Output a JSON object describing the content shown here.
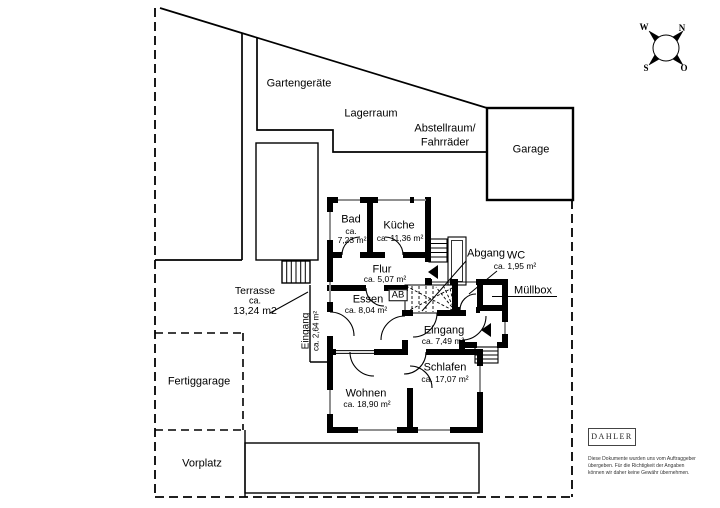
{
  "plan": {
    "outbuildings": {
      "gartengeraete": "Gartengeräte",
      "lagerraum": "Lagerraum",
      "abstellraum_line1": "Abstellraum/",
      "abstellraum_line2": "Fahrräder",
      "garage": "Garage",
      "fertiggarage": "Fertiggarage",
      "vorplatz": "Vorplatz",
      "muellbox": "Müllbox"
    },
    "rooms": {
      "bad_name": "Bad",
      "bad_ca": "ca.",
      "bad_area": "7,23 m²",
      "kueche_name": "Küche",
      "kueche_area": "ca. 11,36 m²",
      "flur_name": "Flur",
      "flur_area": "ca. 5,07 m²",
      "essen_name": "Essen",
      "essen_area": "ca. 8,04 m²",
      "wohnen_name": "Wohnen",
      "wohnen_area": "ca. 18,90 m²",
      "schlafen_name": "Schlafen",
      "schlafen_area": "ca. 17,07 m²",
      "eingang_ost_name": "Eingang",
      "eingang_ost_area": "ca. 7,49 m²",
      "eingang_west_name": "Eingang",
      "eingang_west_area": "ca. 2,64 m²",
      "wc_name": "WC",
      "wc_area": "ca. 1,95 m²",
      "terrasse_name": "Terrasse",
      "terrasse_ca": "ca.",
      "terrasse_area": "13,24 m2",
      "abgang": "Abgang",
      "ab": "AB"
    },
    "compass": {
      "w": "W",
      "n": "N",
      "s": "S",
      "o": "O"
    },
    "branding": {
      "logo": "DAHLER",
      "disclaimer_line1": "Diese Dokumente wurden uns vom Auftraggeber",
      "disclaimer_line2": "übergeben. Für die Richtigkeit der Angaben",
      "disclaimer_line3": "können wir daher keine Gewähr übernehmen."
    },
    "colors": {
      "wall": "#000000",
      "window": "#909090",
      "background": "#ffffff"
    }
  }
}
